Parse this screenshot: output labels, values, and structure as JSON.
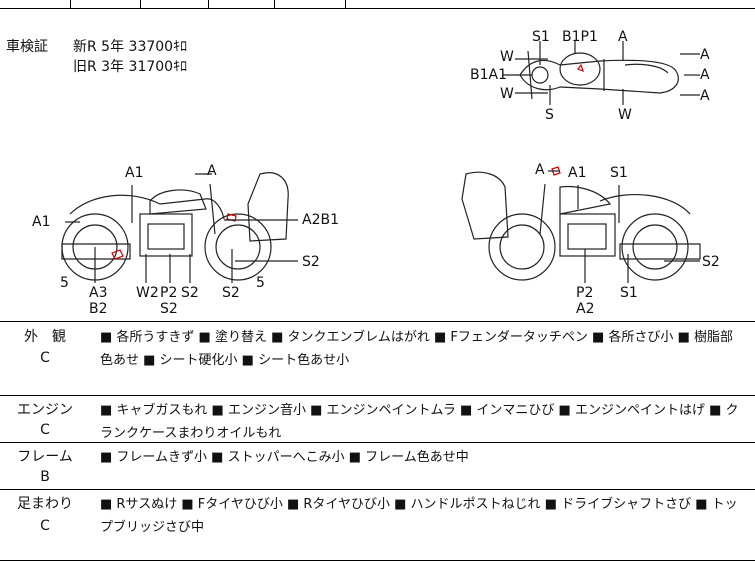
{
  "inspection": {
    "label": "車検証",
    "new_rate": "新R  5年  33700ｷﾛ",
    "old_rate": "旧R  3年  31700ｷﾛ"
  },
  "top_view": {
    "labels": [
      "S1",
      "B1P1",
      "A",
      "W",
      "B1A1",
      "W",
      "S",
      "W",
      "A",
      "A",
      "A"
    ]
  },
  "left_side": {
    "labels": [
      "A1",
      "A",
      "A1",
      "A2B1",
      "S2",
      "5",
      "A3",
      "B2",
      "W2",
      "P2",
      "S2",
      "S2",
      "S2",
      "5"
    ]
  },
  "right_side": {
    "labels": [
      "A",
      "A1",
      "S1",
      "S2",
      "P2",
      "A2",
      "S1"
    ]
  },
  "sections": [
    {
      "name": "外　観",
      "grade": "C",
      "text": "■ 各所うすきず ■ 塗り替え ■ タンクエンブレムはがれ ■ Fフェンダータッチペン ■ 各所さび小 ■ 樹脂部色あせ ■ シート硬化小 ■ シート色あせ小"
    },
    {
      "name": "エンジン",
      "grade": "C",
      "text": "■ キャブガスもれ ■ エンジン音小 ■ エンジンペイントムラ ■ インマニひび ■ エンジンペイントはげ ■ クランクケースまわりオイルもれ"
    },
    {
      "name": "フレーム",
      "grade": "B",
      "text": "■ フレームきず小 ■ ストッパーへこみ小 ■ フレーム色あせ中"
    },
    {
      "name": "足まわり",
      "grade": "C",
      "text": "■ Rサスぬけ ■ Fタイヤひび小 ■ Rタイヤひび小 ■ ハンドルポストねじれ ■ ドライブシャフトさび ■ トップブリッジさび中"
    }
  ]
}
